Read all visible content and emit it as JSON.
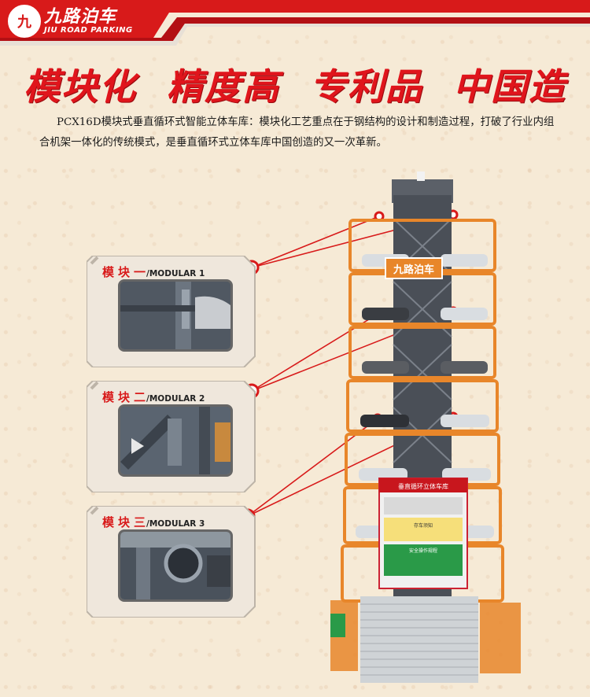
{
  "brand": {
    "name_cn": "九路泊车",
    "name_en": "JIU ROAD PARKING",
    "logo_mark": "九"
  },
  "headline": [
    "模块化",
    "精度高",
    "专利品",
    "中国造"
  ],
  "intro": "PCX16D模块式垂直循环式智能立体车库：模块化工艺重点在于钢结构的设计和制造过程，打破了行业内组合机架一体化的传统模式，是垂直循环式立体车库中国创造的又一次革新。",
  "modules": [
    {
      "title_cn": "模块一",
      "title_en": "/MODULAR 1"
    },
    {
      "title_cn": "模块二",
      "title_en": "/MODULAR 2"
    },
    {
      "title_cn": "模块三",
      "title_en": "/MODULAR 3"
    }
  ],
  "tower": {
    "sign_logo": "九路泊车",
    "panel_title": "垂直循环立体车库",
    "panel_subtitle": "存车须知",
    "panel_safety": "安全操作规程"
  },
  "colors": {
    "brand_red": "#e0151c",
    "frame_orange": "#e8862a",
    "steel_gray": "#4a4f57"
  }
}
